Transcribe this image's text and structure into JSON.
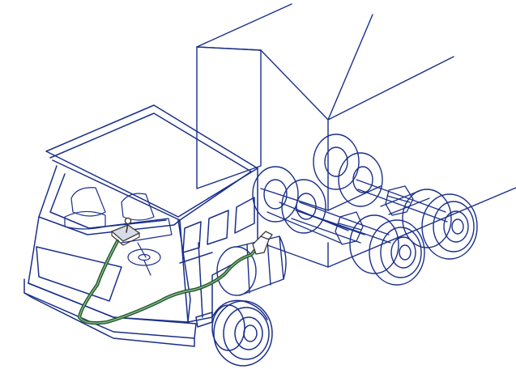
{
  "diagram": {
    "title": "",
    "colors": {
      "background": "#ffffff",
      "outline": "#1a2f8a",
      "outline_light": "#2f47a8",
      "cable": "#1f5a2a",
      "cable_core": "#8fb890",
      "joystick": "#3a3a3a"
    },
    "parts": [
      "truck-cab",
      "cargo-box",
      "tandem-rear-axles",
      "drive-shaft",
      "fuel-tank",
      "front-wheel",
      "joystick-controller",
      "control-cable",
      "cable-connector"
    ]
  }
}
